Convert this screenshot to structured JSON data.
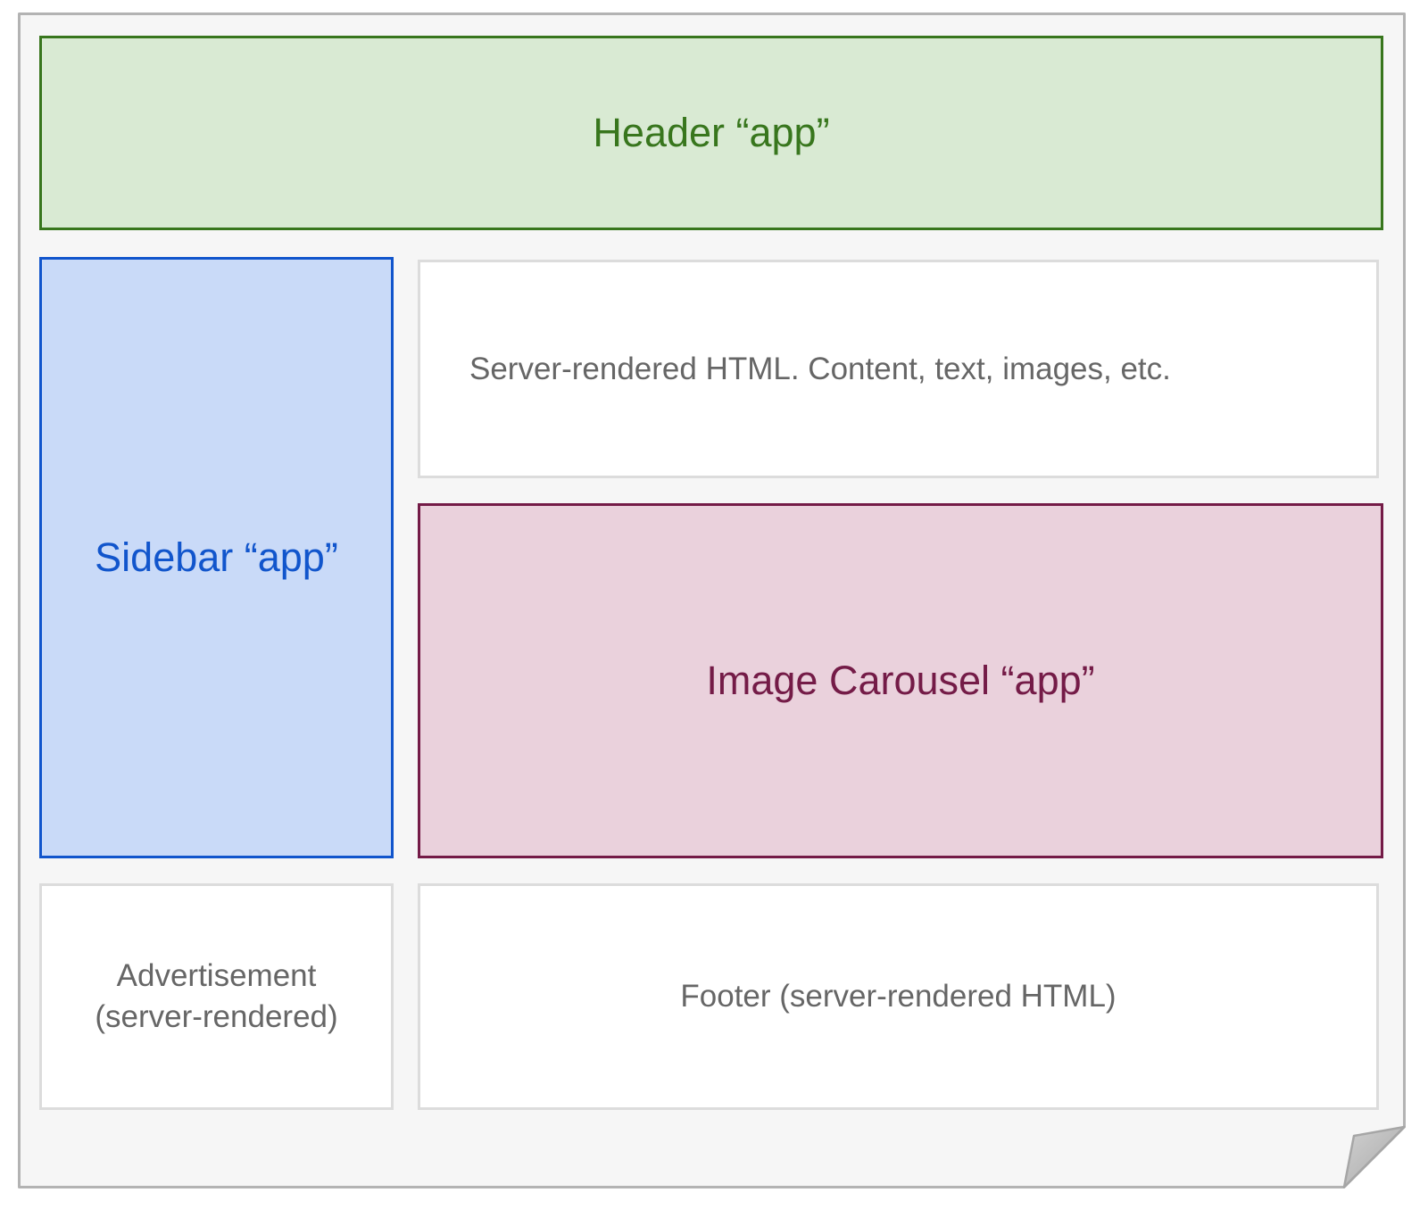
{
  "diagram": {
    "header": {
      "label": "Header “app”"
    },
    "sidebar": {
      "label": "Sidebar “app”"
    },
    "content": {
      "label": "Server-rendered HTML. Content, text, images, etc."
    },
    "carousel": {
      "label": "Image Carousel “app”"
    },
    "advertisement": {
      "line1": "Advertisement",
      "line2": "(server-rendered)"
    },
    "footer": {
      "label": "Footer (server-rendered HTML)"
    }
  },
  "colors": {
    "header_fill": "#d9ead3",
    "header_border": "#38761d",
    "header_text": "#38761d",
    "sidebar_fill": "#c9daf8",
    "sidebar_border": "#1155cc",
    "sidebar_text": "#1155cc",
    "carousel_fill": "#ead1dc",
    "carousel_border": "#741b47",
    "carousel_text": "#741b47",
    "plain_box_fill": "#ffffff",
    "plain_box_border": "#dcdcdc",
    "plain_text": "#666666",
    "page_fill": "#f6f6f6",
    "page_border": "#b3b3b3",
    "fold_fill_light": "#d0d0d0",
    "fold_fill_dark": "#a9a9a9"
  }
}
